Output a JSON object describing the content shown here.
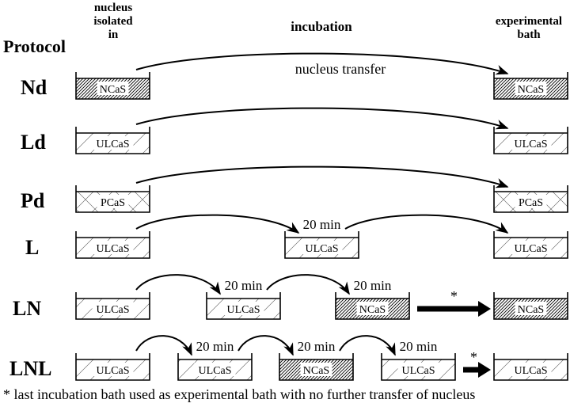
{
  "headers": {
    "protocol": "Protocol",
    "isolated_in": [
      "nucleus",
      "isolated",
      "in"
    ],
    "incubation": "incubation",
    "experimental_bath": [
      "experimental",
      "bath"
    ]
  },
  "transfer_label": "nucleus transfer",
  "footnote": "* last incubation bath used as experimental bath with no further transfer of nucleus",
  "star": "*",
  "solutions": {
    "NCaS": {
      "label": "NCaS",
      "pattern": "dense-hatch"
    },
    "ULCaS": {
      "label": "ULCaS",
      "pattern": "sparse-hatch"
    },
    "PCaS": {
      "label": "PCaS",
      "pattern": "cross-hatch"
    }
  },
  "protocols": [
    {
      "name": "Nd",
      "steps": [
        {
          "solution": "NCaS"
        },
        {
          "solution": "NCaS"
        }
      ],
      "transfers": [
        "curved",
        "curved"
      ],
      "final_direct": false
    },
    {
      "name": "Ld",
      "steps": [
        {
          "solution": "ULCaS"
        },
        {
          "solution": "ULCaS"
        }
      ],
      "final_direct": false
    },
    {
      "name": "Pd",
      "steps": [
        {
          "solution": "PCaS"
        },
        {
          "solution": "PCaS"
        }
      ],
      "final_direct": false
    },
    {
      "name": "L",
      "steps": [
        {
          "solution": "ULCaS"
        },
        {
          "solution": "ULCaS",
          "time": "20 min"
        },
        {
          "solution": "ULCaS"
        }
      ],
      "final_direct": false
    },
    {
      "name": "LN",
      "steps": [
        {
          "solution": "ULCaS"
        },
        {
          "solution": "ULCaS",
          "time": "20 min"
        },
        {
          "solution": "NCaS",
          "time": "20 min"
        },
        {
          "solution": "NCaS"
        }
      ],
      "final_direct": true
    },
    {
      "name": "LNL",
      "steps": [
        {
          "solution": "ULCaS"
        },
        {
          "solution": "ULCaS",
          "time": "20 min"
        },
        {
          "solution": "NCaS",
          "time": "20 min"
        },
        {
          "solution": "ULCaS",
          "time": "20 min"
        },
        {
          "solution": "ULCaS"
        }
      ],
      "final_direct": true
    }
  ]
}
